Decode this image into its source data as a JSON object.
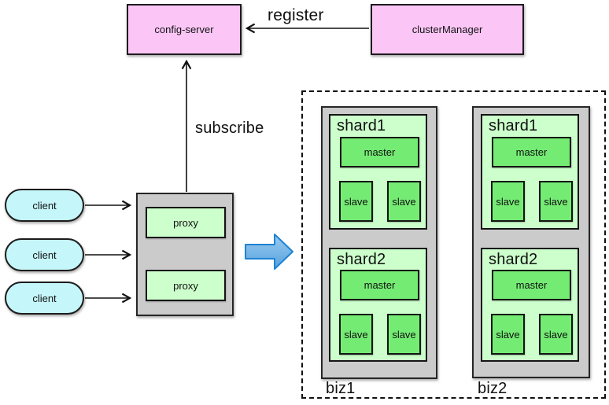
{
  "diagram": {
    "nodes": {
      "config_server": "config-server",
      "cluster_manager": "clusterManager"
    },
    "edges": {
      "register": "register",
      "subscribe": "subscribe"
    },
    "clients": [
      "client",
      "client",
      "client"
    ],
    "proxies": [
      "proxy",
      "proxy"
    ],
    "clusters": [
      {
        "label": "biz1",
        "shards": [
          {
            "label": "shard1",
            "master": "master",
            "slaves": [
              "slave",
              "slave"
            ]
          },
          {
            "label": "shard2",
            "master": "master",
            "slaves": [
              "slave",
              "slave"
            ]
          }
        ]
      },
      {
        "label": "biz2",
        "shards": [
          {
            "label": "shard1",
            "master": "master",
            "slaves": [
              "slave",
              "slave"
            ]
          },
          {
            "label": "shard2",
            "master": "master",
            "slaves": [
              "slave",
              "slave"
            ]
          }
        ]
      }
    ],
    "colors": {
      "node_pink": "#FBC6F6",
      "client_cyan": "#C5F6FA",
      "container_gray": "#CBCBCB",
      "shard_pale_green": "#CCFFCC",
      "node_green": "#74EC74",
      "arrow_blue_fill": "#6FB1E6",
      "arrow_blue_stroke": "#1E83D3",
      "line_black": "#111111"
    }
  }
}
